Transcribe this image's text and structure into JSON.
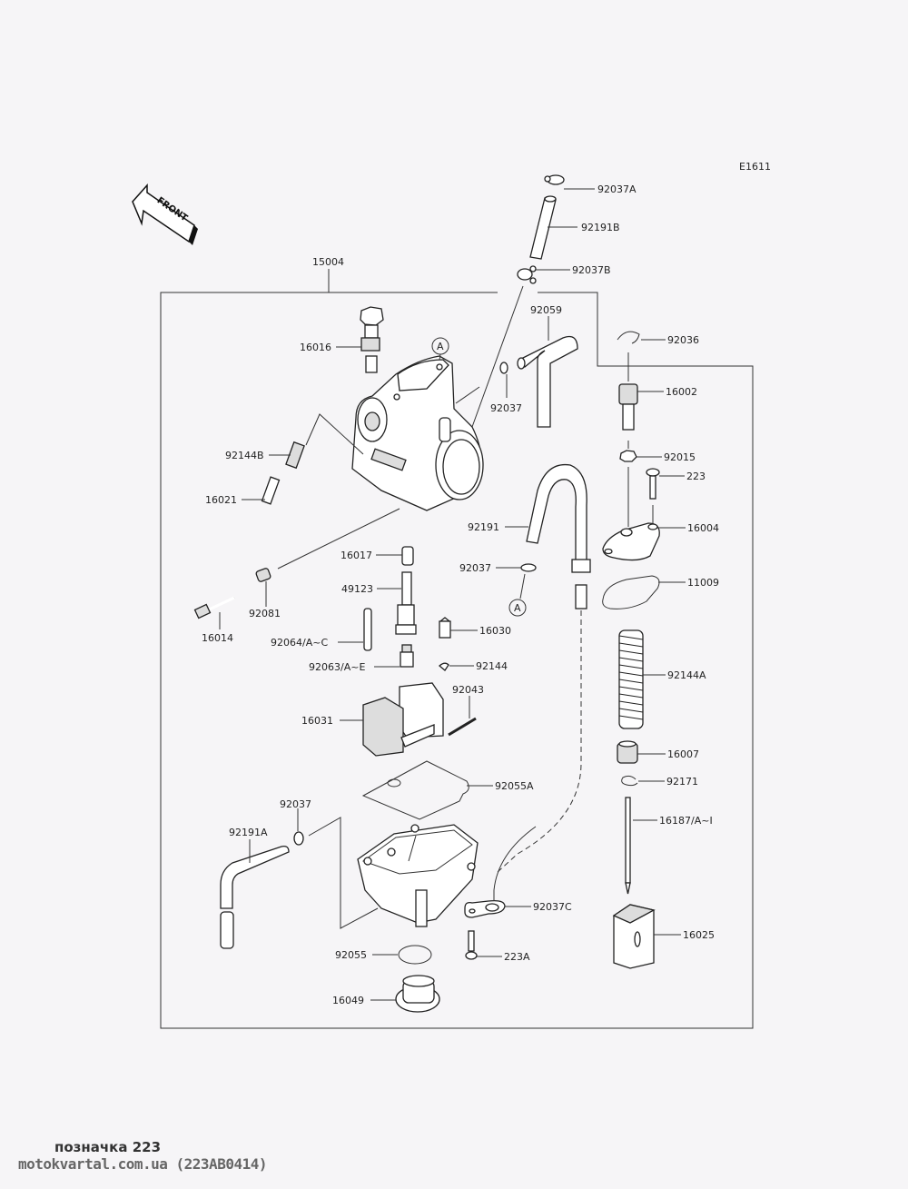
{
  "diagram": {
    "code": "E1611",
    "front_label": "FRONT",
    "assembly_label": "15004",
    "callout_ref": "A",
    "parts": {
      "p92037A": "92037A",
      "p92191B": "92191B",
      "p92037B": "92037B",
      "p92059": "92059",
      "p92036": "92036",
      "p16016": "16016",
      "p16002": "16002",
      "p92037_top": "92037",
      "p92144B": "92144B",
      "p92015": "92015",
      "p223": "223",
      "p16021": "16021",
      "p92191": "92191",
      "p16004": "16004",
      "p16017": "16017",
      "p92037_mid": "92037",
      "p11009": "11009",
      "p49123": "49123",
      "p92081": "92081",
      "p16030": "16030",
      "p16014": "16014",
      "p92064": "92064/A~C",
      "p92063": "92063/A~E",
      "p92144": "92144",
      "p92144A": "92144A",
      "p92043": "92043",
      "p16031": "16031",
      "p16007": "16007",
      "p92055A": "92055A",
      "p92171": "92171",
      "p92037_low": "92037",
      "p16187": "16187/A~I",
      "p92191A": "92191A",
      "p92037C": "92037C",
      "p16025": "16025",
      "p92055": "92055",
      "p223A": "223A",
      "p16049": "16049"
    }
  },
  "footer": {
    "label": "позначка 223",
    "source": "motokvartal.com.ua (223AB0414)"
  }
}
